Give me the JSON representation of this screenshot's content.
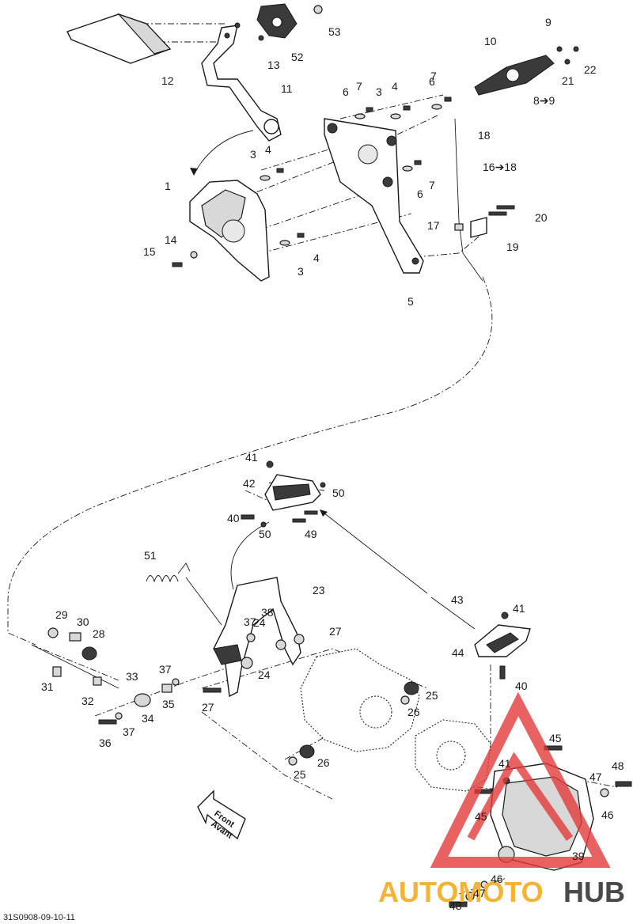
{
  "drawing_code": "31S0908-09-10-11",
  "front_label": [
    "Front",
    "Avant"
  ],
  "watermark": {
    "part1": "AUTOMOTO",
    "part2": "HUB",
    "color_orange": "#f5b335",
    "color_red": "#e23b3b",
    "color_grey": "#4a4a4a"
  },
  "callouts": [
    "53",
    "52",
    "12",
    "13",
    "11",
    "9",
    "10",
    "21",
    "22",
    "8➔9",
    "6",
    "7",
    "3",
    "4",
    "6",
    "7",
    "18",
    "16➔18",
    "1",
    "3",
    "4",
    "6",
    "7",
    "14",
    "15",
    "4",
    "3",
    "5",
    "17",
    "20",
    "19",
    "41",
    "42",
    "50",
    "40",
    "50",
    "49",
    "51",
    "23",
    "37",
    "38",
    "27",
    "24",
    "24",
    "29",
    "30",
    "28",
    "33",
    "31",
    "32",
    "37",
    "35",
    "34",
    "27",
    "36",
    "37",
    "43",
    "41",
    "44",
    "40",
    "25",
    "26",
    "26",
    "25",
    "45",
    "41",
    "45",
    "47",
    "48",
    "46",
    "39",
    "46",
    "47",
    "48"
  ]
}
